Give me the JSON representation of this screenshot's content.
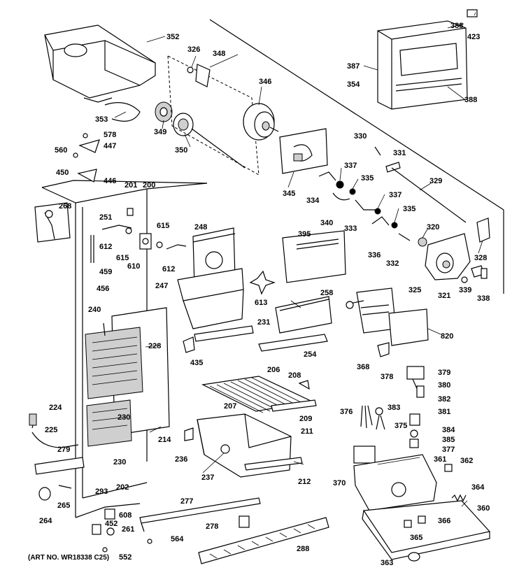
{
  "diagram": {
    "art_number": "(ART NO. WR18338 C25)",
    "part_labels": [
      "352",
      "326",
      "348",
      "346",
      "388",
      "423",
      "387",
      "354",
      "388",
      "353",
      "349",
      "578",
      "447",
      "350",
      "560",
      "450",
      "446",
      "330",
      "331",
      "337",
      "335",
      "329",
      "268",
      "201",
      "200",
      "251",
      "612",
      "615",
      "615",
      "610",
      "248",
      "345",
      "334",
      "340",
      "333",
      "337",
      "335",
      "320",
      "612",
      "395",
      "336",
      "332",
      "328",
      "459",
      "456",
      "247",
      "613",
      "325",
      "321",
      "339",
      "338",
      "240",
      "258",
      "231",
      "820",
      "228",
      "435",
      "254",
      "206",
      "208",
      "368",
      "378",
      "379",
      "380",
      "224",
      "207",
      "209",
      "382",
      "381",
      "376",
      "383",
      "375",
      "384",
      "385",
      "377",
      "225",
      "230",
      "214",
      "211",
      "236",
      "279",
      "230",
      "361",
      "362",
      "237",
      "212",
      "370",
      "293",
      "202",
      "265",
      "264",
      "608",
      "452",
      "261",
      "364",
      "277",
      "360",
      "278",
      "366",
      "365",
      "564",
      "552",
      "288",
      "363"
    ]
  }
}
